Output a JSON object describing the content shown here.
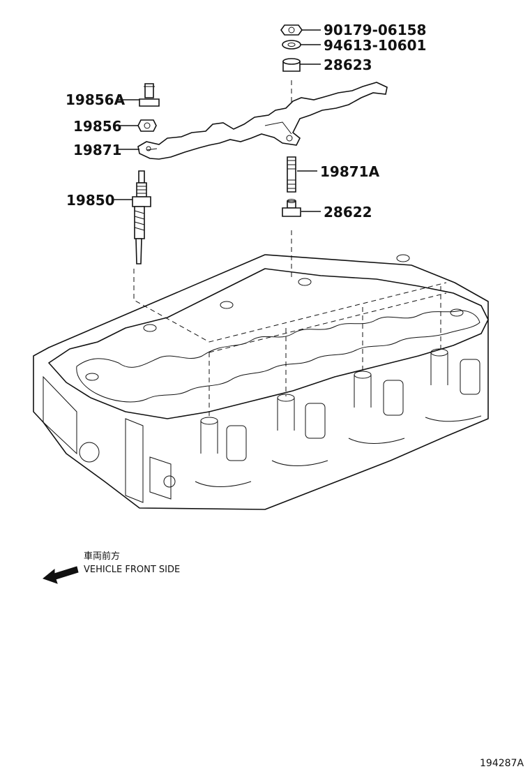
{
  "labels": {
    "nut_90179": "90179-06158",
    "washer_94613": "94613-10601",
    "insulator_28623": "28623",
    "terminal_19856a": "19856A",
    "nut_19856": "19856",
    "plate_19871": "19871",
    "stud_19871a": "19871A",
    "glow_plug_19850": "19850",
    "insulator_28622": "28622"
  },
  "direction": {
    "japanese": "車両前方",
    "english": "VEHICLE FRONT SIDE"
  },
  "reference_number": "194287A"
}
